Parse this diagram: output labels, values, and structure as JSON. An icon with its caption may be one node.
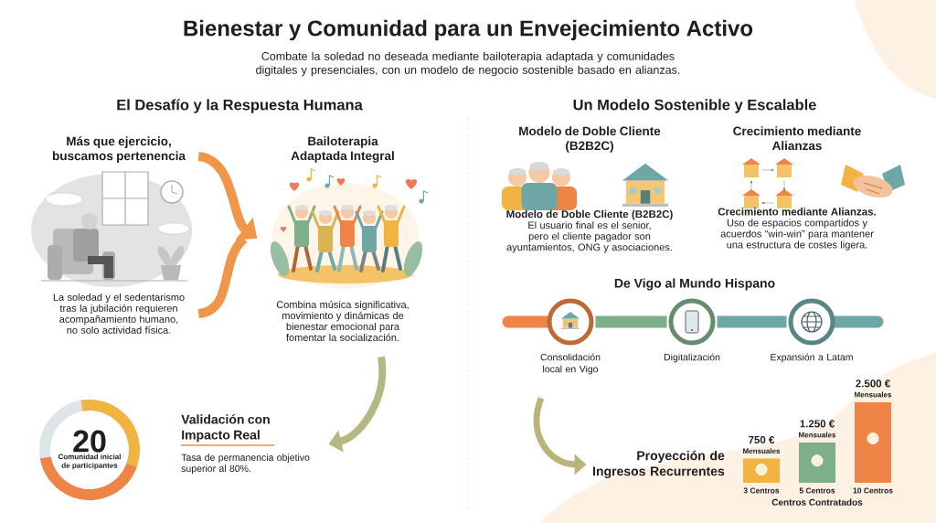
{
  "diagram": {
    "title": "Bienestar y Comunidad para un Envejecimiento Activo",
    "nodes": [
      {
        "text": [
          "Más que ejercicio, buscamos pertenencia",
          "La soledad y el sedentarismo tras la jubilación requieren acompañamiento humano, no solo actividad física."
        ]
      },
      {
        "text": [
          "Bailoterapia Adaptada Integral",
          "Combina música significativa, movimiento y dinámicas de bienestar emocional para fomentar la socialización."
        ]
      },
      {
        "text": [
          "20",
          "Comunidad inicial de participantes"
        ]
      },
      {
        "text": [
          "Validación con Impacto Real",
          "Tasa de permanencia objetivo superior al 80%."
        ]
      },
      {
        "text": [
          "Modelo de Doble Cliente (B2B2C)",
          "Modelo de Doble Cliente (B2B2C)",
          "El usuario final es el senior, pero el cliente pagador son ayuntamientos, ONG y asociaciones."
        ]
      },
      {
        "text": [
          "Crecimiento mediante Alianzas",
          "Crecimiento mediante Alianzas.",
          "Uso de espacios compartidos y acuerdos “win-win” para mantener una estructura de costes ligera."
        ]
      },
      {
        "text": [],
        "shape": "circle",
        "beside": [
          "Consolidación local en Vigo"
        ]
      },
      {
        "text": [],
        "shape": "circle",
        "beside": [
          "Digitalización"
        ]
      },
      {
        "text": [],
        "shape": "circle",
        "beside": [
          "Expansión a Latam"
        ]
      },
      {
        "text": [
          "Proyección de Ingresos Recurrentes"
        ]
      }
    ],
    "edges": [
      {
        "from": 0,
        "to": 1,
        "arrow": "to",
        "color": "#f0964a"
      },
      {
        "from": 1,
        "to": 3,
        "arrow": "to",
        "color": "#b4b882"
      },
      {
        "from": 6,
        "to": 7,
        "arrow": "none",
        "color": "#7fae8a"
      },
      {
        "from": 7,
        "to": 8,
        "arrow": "none",
        "color": "#6fa7a6"
      },
      {
        "from": 6,
        "to": 9,
        "arrow": "to",
        "color": "#b9b57a"
      }
    ],
    "labels": [
      "Combate la soledad no deseada mediante bailoterapia adaptada y comunidades digitales y presenciales, con un modelo de negocio sostenible basado en alianzas.",
      "El Desafío y la Respuesta Humana",
      "Un Modelo Sostenible y Escalable",
      "De Vigo al Mundo Hispano",
      "Mensuales",
      "Mensuales",
      "Mensuales"
    ],
    "chart_data": {
      "type": "bar",
      "xlabel": "Centros Contratados",
      "categories": [
        "3 Centros",
        "5 Centros",
        "10 Centros"
      ],
      "series": [
        {
          "color": "#f2b441",
          "values": [
            750,
            null,
            null
          ],
          "value_labels": [
            "750 €",
            null,
            null
          ]
        },
        {
          "color": "#7fae8a",
          "values": [
            null,
            1250,
            null
          ],
          "value_labels": [
            null,
            "1.250 €",
            null
          ]
        },
        {
          "color": "#ee8445",
          "values": [
            null,
            null,
            2500
          ],
          "value_labels": [
            null,
            null,
            "2.500 €"
          ]
        }
      ],
      "stacked": true
    }
  }
}
